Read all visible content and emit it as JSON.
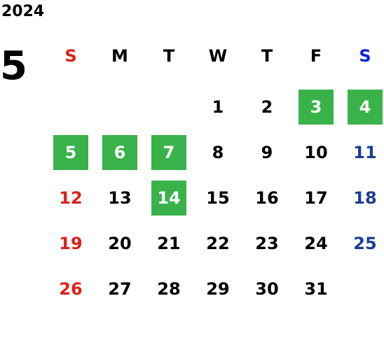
{
  "calendar": {
    "year": "2024",
    "month": "5",
    "weekday_headers": [
      "S",
      "M",
      "T",
      "W",
      "T",
      "F",
      "S"
    ],
    "colors": {
      "sunday": "#e0201b",
      "saturday": "#1c3f94",
      "saturday_header": "#0a23d8",
      "weekday": "#000000",
      "holiday_bg": "#3ab24a",
      "holiday_text": "#ffffff"
    },
    "weeks": [
      [
        {
          "d": ""
        },
        {
          "d": ""
        },
        {
          "d": ""
        },
        {
          "d": "1"
        },
        {
          "d": "2"
        },
        {
          "d": "3",
          "hl": true
        },
        {
          "d": "4",
          "hl": true
        }
      ],
      [
        {
          "d": "5",
          "hl": true
        },
        {
          "d": "6",
          "hl": true
        },
        {
          "d": "7",
          "hl": true
        },
        {
          "d": "8"
        },
        {
          "d": "9"
        },
        {
          "d": "10"
        },
        {
          "d": "11"
        }
      ],
      [
        {
          "d": "12"
        },
        {
          "d": "13"
        },
        {
          "d": "14",
          "hl": true
        },
        {
          "d": "15"
        },
        {
          "d": "16"
        },
        {
          "d": "17"
        },
        {
          "d": "18"
        }
      ],
      [
        {
          "d": "19"
        },
        {
          "d": "20"
        },
        {
          "d": "21"
        },
        {
          "d": "22"
        },
        {
          "d": "23"
        },
        {
          "d": "24"
        },
        {
          "d": "25"
        }
      ],
      [
        {
          "d": "26"
        },
        {
          "d": "27"
        },
        {
          "d": "28"
        },
        {
          "d": "29"
        },
        {
          "d": "30"
        },
        {
          "d": "31"
        },
        {
          "d": ""
        }
      ]
    ]
  }
}
